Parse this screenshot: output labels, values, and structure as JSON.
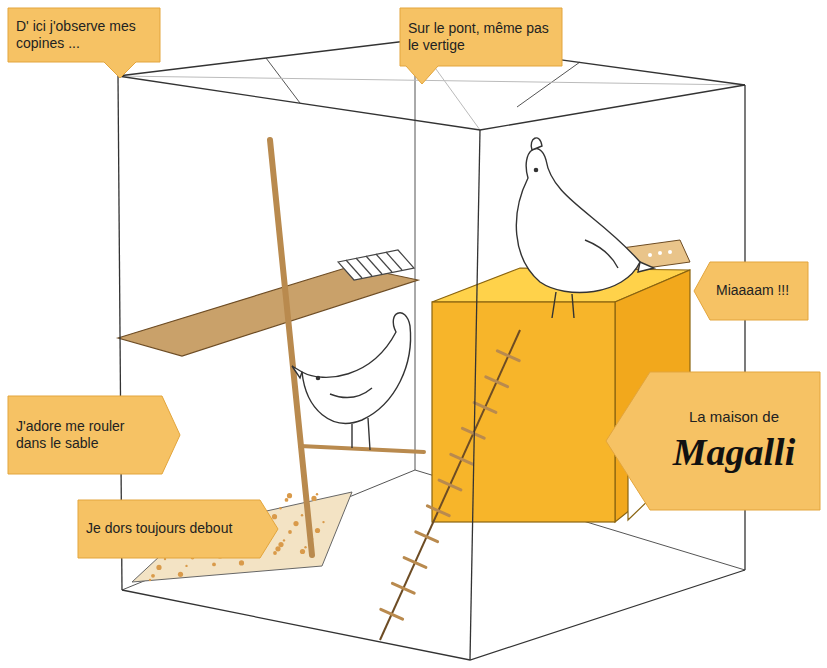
{
  "diagram": {
    "nodes": [
      {
        "text": [
          "D' ici j'observe mes copines ..."
        ]
      },
      {
        "text": [
          "Sur le pont, même pas le vertige"
        ]
      },
      {
        "text": [
          "Miaaaam !!!"
        ]
      },
      {
        "text": [
          "J'adore me rouler dans le sable"
        ]
      },
      {
        "text": [
          "La maison de",
          "Magalli"
        ]
      },
      {
        "text": [
          "Je dors toujours debout"
        ]
      }
    ]
  }
}
